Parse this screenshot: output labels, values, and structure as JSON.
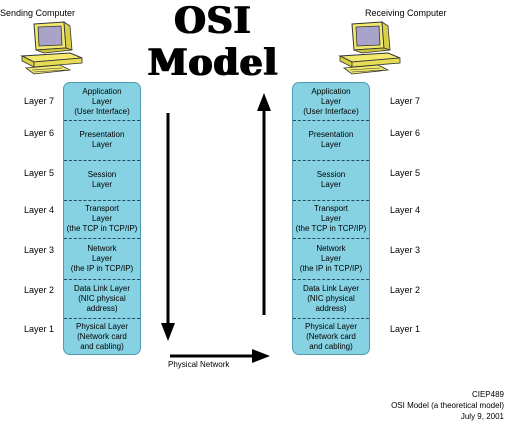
{
  "title": "OSI Model",
  "left_computer": {
    "label": "Sending Computer"
  },
  "right_computer": {
    "label": "Receiving Computer"
  },
  "layers": [
    {
      "num": "Layer 7",
      "lines": [
        "Application",
        "Layer",
        "(User Interface)"
      ]
    },
    {
      "num": "Layer 6",
      "lines": [
        "Presentation",
        "Layer"
      ]
    },
    {
      "num": "Layer 5",
      "lines": [
        "Session",
        "Layer"
      ]
    },
    {
      "num": "Layer 4",
      "lines": [
        "Transport",
        "Layer",
        "(the TCP in TCP/IP)"
      ]
    },
    {
      "num": "Layer 3",
      "lines": [
        "Network",
        "Layer",
        "(the IP in TCP/IP)"
      ]
    },
    {
      "num": "Layer 2",
      "lines": [
        "Data Link Layer",
        "(NIC physical",
        "address)"
      ]
    },
    {
      "num": "Layer 1",
      "lines": [
        "Physical Layer",
        "(Network card",
        "and cabling)"
      ]
    }
  ],
  "physical_network_label": "Physical Network",
  "footer": {
    "line1": "CIEP489",
    "line2": "OSI Model (a theoretical model)",
    "line3": "July 9, 2001"
  },
  "colors": {
    "stack_fill": "#86d2e3",
    "stack_border": "#4f9cb0",
    "computer": "#f2ea6e",
    "screen": "#a9a2c9"
  }
}
